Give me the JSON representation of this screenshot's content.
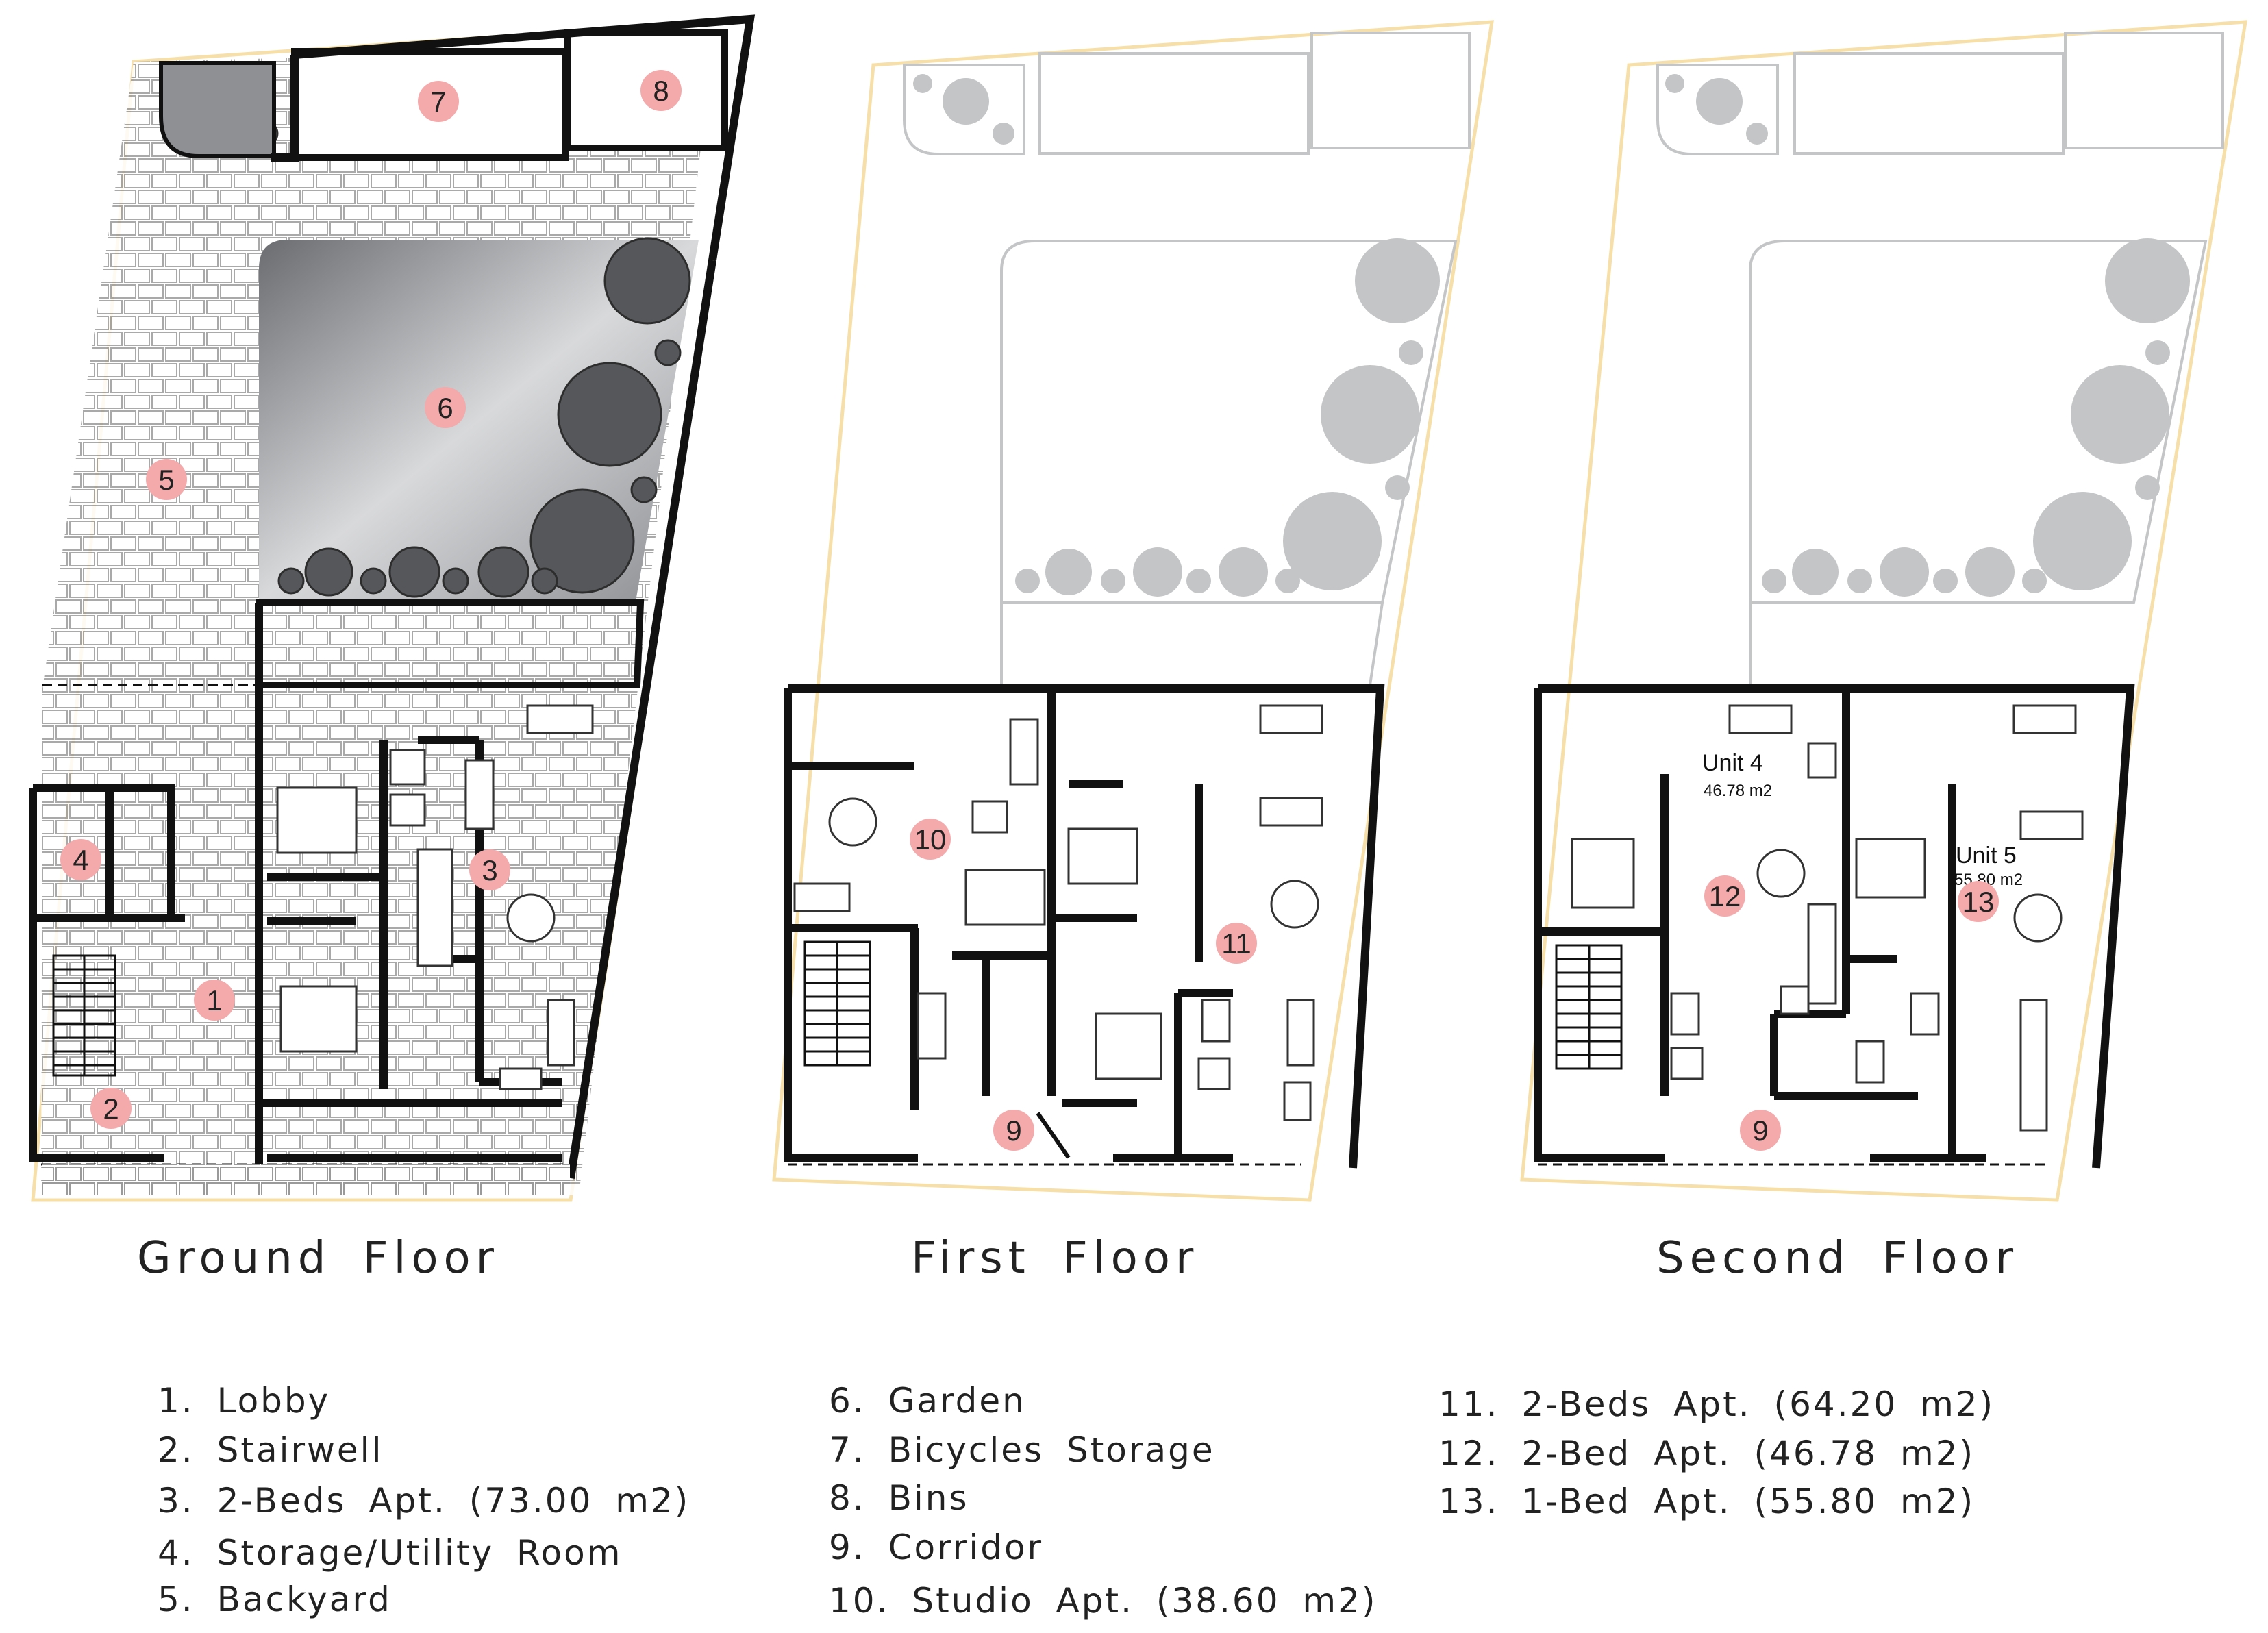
{
  "floors": [
    {
      "id": "ground",
      "title": "Ground Floor"
    },
    {
      "id": "first",
      "title": "First Floor"
    },
    {
      "id": "second",
      "title": "Second Floor"
    }
  ],
  "markers": {
    "ground": [
      "7",
      "8",
      "6",
      "5",
      "4",
      "3",
      "1",
      "2"
    ],
    "first": [
      "10",
      "11",
      "9"
    ],
    "second": [
      "12",
      "13",
      "9"
    ]
  },
  "unit_labels": {
    "unit4_name": "Unit 4",
    "unit4_area": "46.78 m2",
    "unit5_name": "Unit 5",
    "unit5_area": "55.80 m2"
  },
  "legend": {
    "col1": [
      "1. Lobby",
      "2. Stairwell",
      "3. 2-Beds Apt. (73.00 m2)",
      "4. Storage/Utility Room",
      "5. Backyard"
    ],
    "col2": [
      "6. Garden",
      "7. Bicycles Storage",
      "8. Bins",
      "9. Corridor",
      "10. Studio Apt. (38.60 m2)"
    ],
    "col3": [
      "11. 2-Beds Apt. (64.20 m2)",
      "12. 2-Bed Apt. (46.78 m2)",
      "13. 1-Bed Apt. (55.80 m2)"
    ]
  },
  "colors": {
    "marker_fill": "#f4a9ab",
    "site_outline": "#f6dfa8",
    "wall": "#111111",
    "tree_dark": "#55575a",
    "tree_light": "#c4c5c7",
    "paving": "#e6e7e9"
  }
}
